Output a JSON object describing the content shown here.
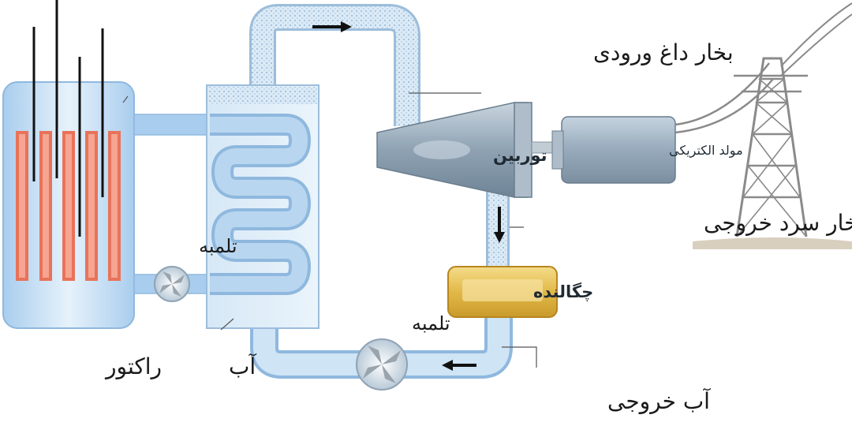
{
  "labels": {
    "hot_steam": "بخار داغ ورودی",
    "turbine": "توربین",
    "generator": "مولد الکتریکی",
    "cold_steam": "بخار سرد خروجی",
    "condenser": "چگالنده",
    "pump_left": "تلمبه",
    "pump_bottom": "تلمبه",
    "reactor": "راکتور",
    "water_tank": "آب",
    "outlet_water": "آب خروجی"
  },
  "colors": {
    "water_light": "#cfe4f5",
    "water_mid": "#a9cdee",
    "steam": "#d7e9f7",
    "fuel_rod": "#e8735a",
    "control_rod": "#111111",
    "condenser_gold": "#e8c25a",
    "turbine_grey": "#9fb0bf",
    "tower": "#8a8a8a"
  },
  "icons": [
    "pump-icon",
    "flow-arrow-icon",
    "transmission-tower-icon"
  ]
}
